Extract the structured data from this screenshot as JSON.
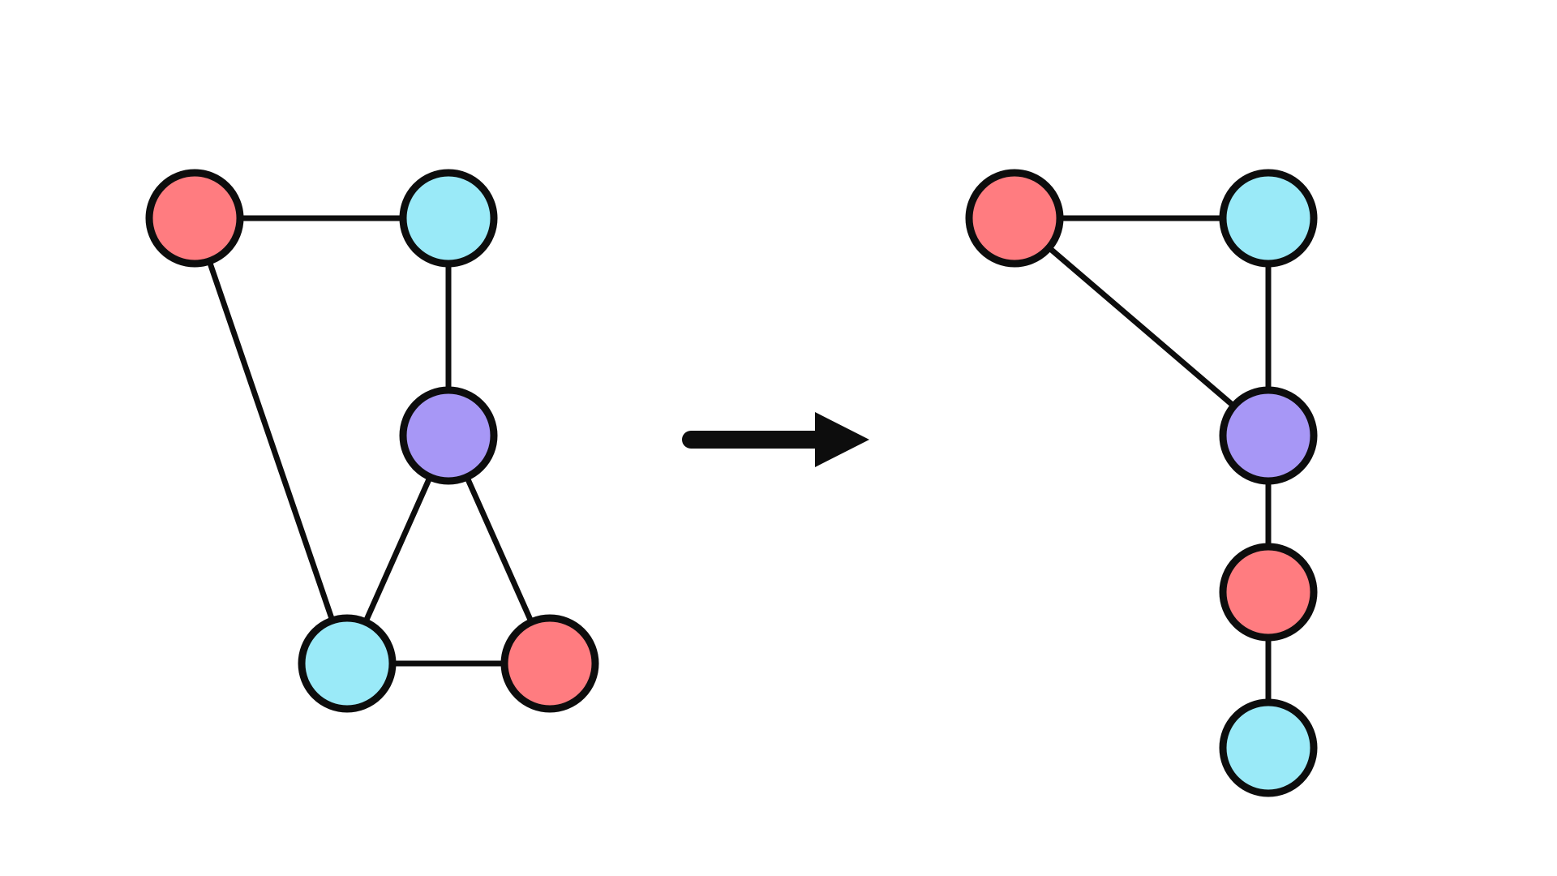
{
  "colors": {
    "red": "#ff7c80",
    "cyan": "#9aeaf8",
    "purple": "#a797f6",
    "stroke": "#0d0d0d",
    "background": "#ffffff"
  },
  "graphs": [
    {
      "id": "before",
      "nodes": [
        {
          "id": "a",
          "color": "red"
        },
        {
          "id": "b",
          "color": "cyan"
        },
        {
          "id": "c",
          "color": "purple"
        },
        {
          "id": "d",
          "color": "cyan"
        },
        {
          "id": "e",
          "color": "red"
        }
      ],
      "edges": [
        [
          "a",
          "b"
        ],
        [
          "b",
          "c"
        ],
        [
          "a",
          "d"
        ],
        [
          "c",
          "d"
        ],
        [
          "c",
          "e"
        ],
        [
          "d",
          "e"
        ]
      ]
    },
    {
      "id": "after",
      "nodes": [
        {
          "id": "a",
          "color": "red"
        },
        {
          "id": "b",
          "color": "cyan"
        },
        {
          "id": "c",
          "color": "purple"
        },
        {
          "id": "d",
          "color": "red"
        },
        {
          "id": "e",
          "color": "cyan"
        }
      ],
      "edges": [
        [
          "a",
          "b"
        ],
        [
          "b",
          "c"
        ],
        [
          "a",
          "c"
        ],
        [
          "c",
          "d"
        ],
        [
          "d",
          "e"
        ]
      ]
    }
  ],
  "connector": {
    "icon": "arrow-right-icon"
  }
}
